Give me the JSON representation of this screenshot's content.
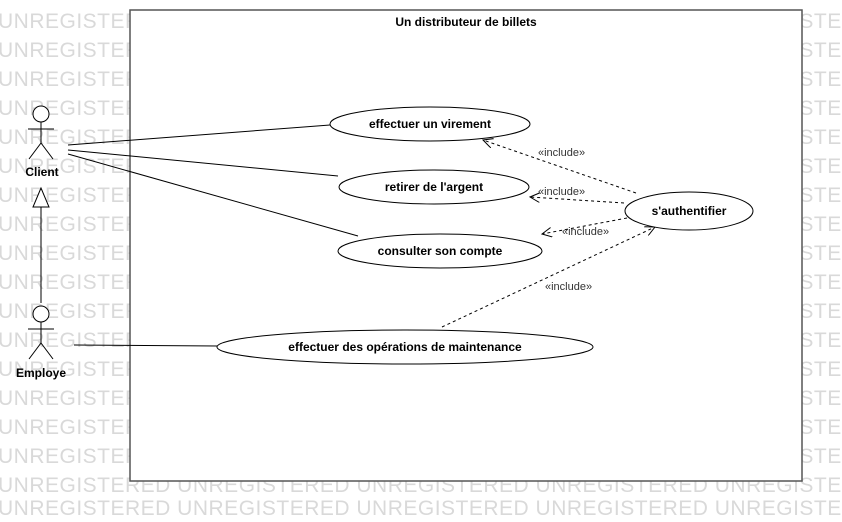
{
  "watermark_text": "UNREGISTERED UNREGISTERED UNREGISTERED UNREGISTERED UNREGISTERED",
  "system": {
    "title": "Un distributeur de billets"
  },
  "actors": {
    "client": "Client",
    "employe": "Employe"
  },
  "use_cases": {
    "virement": "effectuer un virement",
    "retirer": "retirer de l'argent",
    "consulter": "consulter son compte",
    "authentifier": "s'authentifier",
    "maintenance": "effectuer des opérations de maintenance"
  },
  "include_label": "«include»"
}
